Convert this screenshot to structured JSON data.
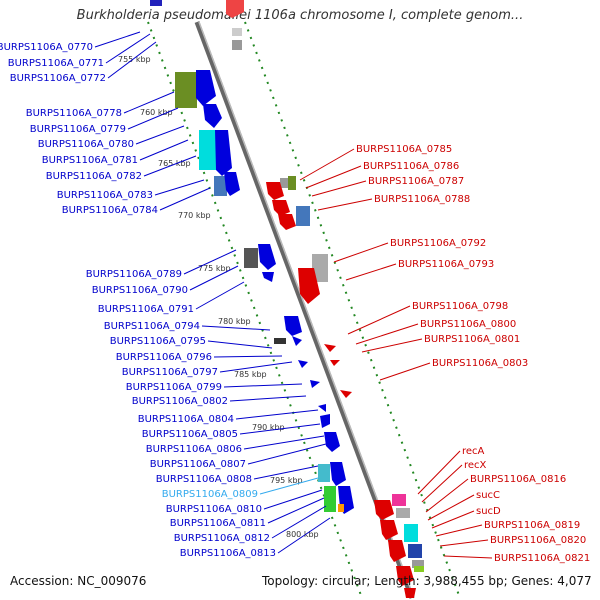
{
  "title": "Burkholderia pseudomallei 1106a chromosome I, complete genom...",
  "accession": "Accession: NC_009076",
  "summary": "Topology: circular; Length: 3,988,455 bp; Genes: 4,077",
  "colors": {
    "left_label": "#0000cc",
    "right_label": "#cc0000",
    "highlight_label": "#33aaee",
    "backbone": "#888888",
    "track_dots": "#228822"
  },
  "ruler": [
    "755 kbp",
    "760 kbp",
    "765 kbp",
    "770 kbp",
    "775 kbp",
    "780 kbp",
    "785 kbp",
    "790 kbp",
    "795 kbp",
    "800 kbp"
  ],
  "left_labels": [
    "BURPS1106A_0770",
    "BURPS1106A_0771",
    "BURPS1106A_0772",
    "BURPS1106A_0778",
    "BURPS1106A_0779",
    "BURPS1106A_0780",
    "BURPS1106A_0781",
    "BURPS1106A_0782",
    "BURPS1106A_0783",
    "BURPS1106A_0784",
    "BURPS1106A_0789",
    "BURPS1106A_0790",
    "BURPS1106A_0791",
    "BURPS1106A_0794",
    "BURPS1106A_0795",
    "BURPS1106A_0796",
    "BURPS1106A_0797",
    "BURPS1106A_0799",
    "BURPS1106A_0802",
    "BURPS1106A_0804",
    "BURPS1106A_0805",
    "BURPS1106A_0806",
    "BURPS1106A_0807",
    "BURPS1106A_0808",
    "BURPS1106A_0809",
    "BURPS1106A_0810",
    "BURPS1106A_0811",
    "BURPS1106A_0812",
    "BURPS1106A_0813"
  ],
  "right_labels": [
    "BURPS1106A_0785",
    "BURPS1106A_0786",
    "BURPS1106A_0787",
    "BURPS1106A_0788",
    "BURPS1106A_0792",
    "BURPS1106A_0793",
    "BURPS1106A_0798",
    "BURPS1106A_0800",
    "BURPS1106A_0801",
    "BURPS1106A_0803",
    "recA",
    "recX",
    "BURPS1106A_0816",
    "sucC",
    "sucD",
    "BURPS1106A_0819",
    "BURPS1106A_0820",
    "BURPS1106A_0821"
  ]
}
